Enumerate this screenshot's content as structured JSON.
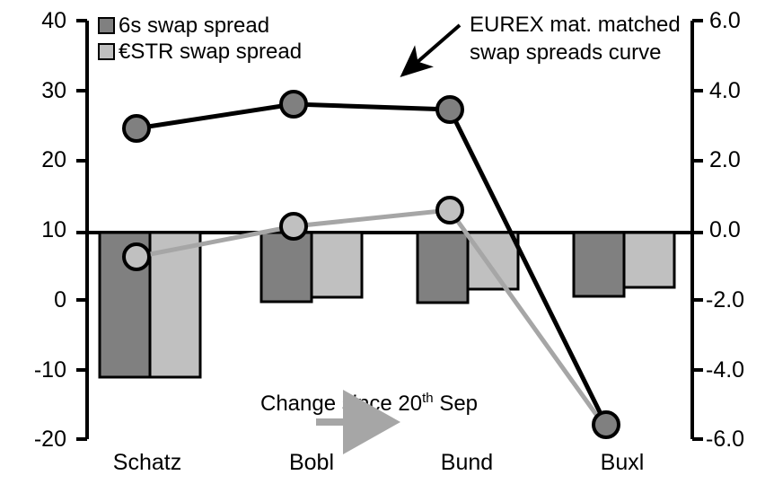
{
  "chart_data": {
    "type": "bar",
    "title": "",
    "xlabel": "",
    "ylabel": "",
    "grid": false,
    "categories": [
      "Schatz",
      "Bobl",
      "Bund",
      "Buxl"
    ],
    "left_axis": {
      "label": "",
      "ticks": [
        "40",
        "30",
        "20",
        "10",
        "0",
        "-10",
        "-20"
      ],
      "tick_values": [
        40,
        30,
        20,
        10,
        0,
        -10,
        -20
      ],
      "ylim": [
        -20,
        40
      ]
    },
    "right_axis": {
      "label": "",
      "ticks": [
        "6.0",
        "4.0",
        "2.0",
        "0.0",
        "-2.0",
        "-4.0",
        "-6.0"
      ],
      "tick_values": [
        6.0,
        4.0,
        2.0,
        0.0,
        -2.0,
        -4.0,
        -6.0
      ],
      "ylim": [
        -6.0,
        6.0
      ]
    },
    "series": [
      {
        "name": "6s swap spread",
        "type": "bar",
        "axis": "right",
        "color": "#808080",
        "values": [
          -4.15,
          -1.98,
          -2.02,
          -1.82
        ]
      },
      {
        "name": "€STR swap spread",
        "type": "bar",
        "axis": "right",
        "color": "#c0c0c0",
        "values": [
          -4.15,
          -1.85,
          -1.62,
          -1.58
        ]
      },
      {
        "name": "EUREX mat. matched swap spreads curve",
        "type": "line",
        "axis": "left",
        "color": "#000000",
        "marker_color": "#808080",
        "values": [
          24.5,
          28.0,
          27.3,
          -18.1
        ]
      },
      {
        "name": "change since 20th Sep line",
        "type": "line",
        "axis": "left",
        "color": "#a6a6a6",
        "marker_color": "#c0c0c0",
        "values": [
          6.2,
          10.6,
          12.8,
          -18.6
        ]
      }
    ]
  },
  "legend": {
    "items": [
      {
        "label": "6s swap spread",
        "color": "#808080"
      },
      {
        "label": "€STR swap spread",
        "color": "#c0c0c0"
      }
    ]
  },
  "annotations": {
    "curve_note_line1": "EUREX mat. matched",
    "curve_note_line2": "swap spreads curve",
    "change_note_prefix": "Change since 20",
    "change_note_sup": "th",
    "change_note_suffix": " Sep"
  }
}
